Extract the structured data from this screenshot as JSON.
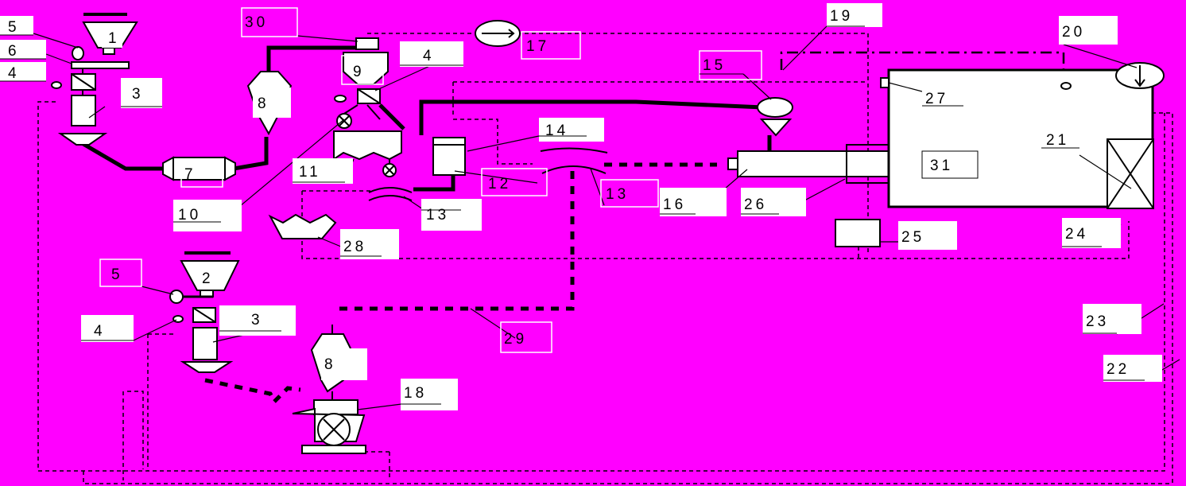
{
  "colors": {
    "background": "#ff00ff",
    "label_box": "#ffffff",
    "line": "#000000"
  },
  "labels": {
    "l1": "1",
    "l2": "2",
    "l3a": "3",
    "l3b": "3",
    "l4a": "4",
    "l4b": "4",
    "l4c": "4",
    "l5a": "5",
    "l5b": "5",
    "l6": "6",
    "l7": "7",
    "l8a": "8",
    "l8b": "8",
    "l9": "9",
    "l10": "10",
    "l11": "11",
    "l12": "12",
    "l13a": "13",
    "l13b": "13",
    "l14": "14",
    "l15": "15",
    "l16": "16",
    "l17": "17",
    "l18": "18",
    "l19": "19",
    "l20": "20",
    "l21": "21",
    "l22": "22",
    "l23": "23",
    "l24": "24",
    "l25": "25",
    "l26": "26",
    "l27": "27",
    "l28": "28",
    "l29": "29",
    "l30": "30",
    "l31": "31"
  }
}
